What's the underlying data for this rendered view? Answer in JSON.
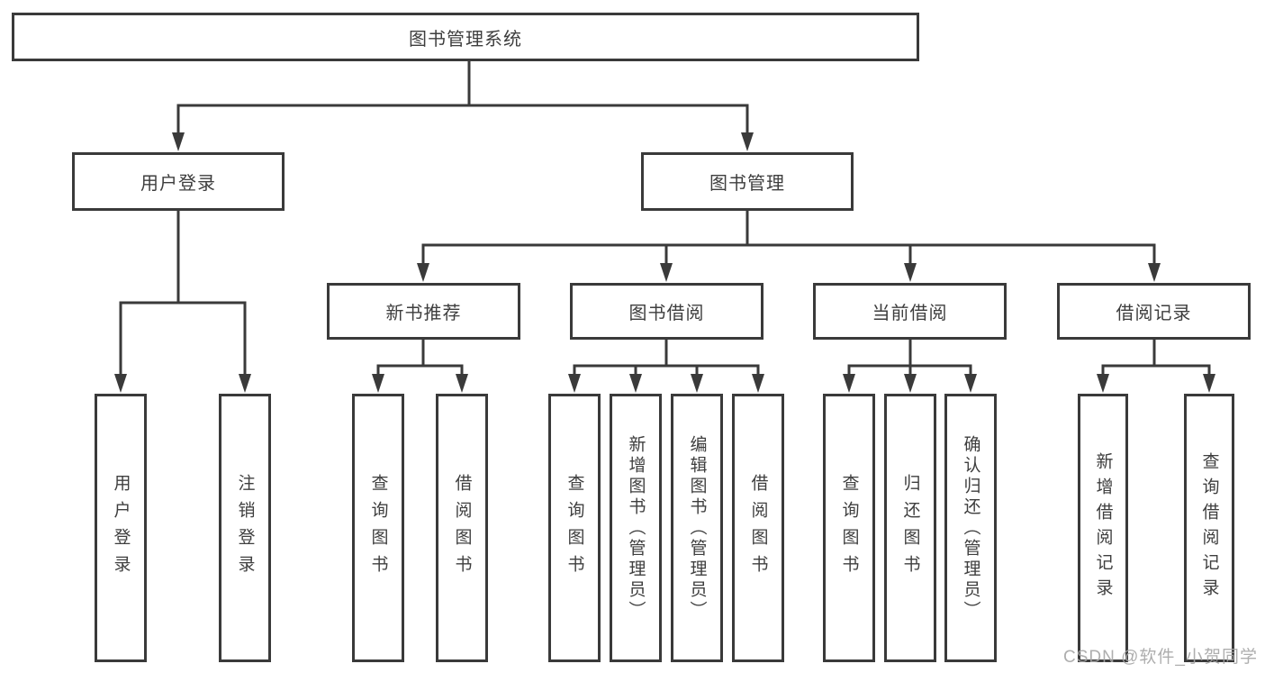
{
  "diagram": {
    "type": "hierarchy-tree",
    "root": {
      "label": "图书管理系统"
    },
    "level2": [
      {
        "id": "user-login",
        "label": "用户登录",
        "parent": "图书管理系统"
      },
      {
        "id": "book-management",
        "label": "图书管理",
        "parent": "图书管理系统"
      }
    ],
    "level3": [
      {
        "id": "new-book-recommend",
        "label": "新书推荐",
        "parent": "图书管理"
      },
      {
        "id": "book-borrowing",
        "label": "图书借阅",
        "parent": "图书管理"
      },
      {
        "id": "current-borrowing",
        "label": "当前借阅",
        "parent": "图书管理"
      },
      {
        "id": "borrowing-records",
        "label": "借阅记录",
        "parent": "图书管理"
      }
    ],
    "leaves": [
      {
        "id": "leaf-user-login",
        "label": "用户登录",
        "parent": "用户登录"
      },
      {
        "id": "leaf-logout",
        "label": "注销登录",
        "parent": "用户登录"
      },
      {
        "id": "leaf-query-books-recommend",
        "label": "查询图书",
        "parent": "新书推荐"
      },
      {
        "id": "leaf-borrow-books-recommend",
        "label": "借阅图书",
        "parent": "新书推荐"
      },
      {
        "id": "leaf-query-books-borrow",
        "label": "查询图书",
        "parent": "图书借阅"
      },
      {
        "id": "leaf-add-books-admin",
        "label": "新增图书（管理员）",
        "parent": "图书借阅"
      },
      {
        "id": "leaf-edit-books-admin",
        "label": "编辑图书（管理员）",
        "parent": "图书借阅"
      },
      {
        "id": "leaf-borrow-books",
        "label": "借阅图书",
        "parent": "图书借阅"
      },
      {
        "id": "leaf-query-books-current",
        "label": "查询图书",
        "parent": "当前借阅"
      },
      {
        "id": "leaf-return-books",
        "label": "归还图书",
        "parent": "当前借阅"
      },
      {
        "id": "leaf-confirm-return-admin",
        "label": "确认归还（管理员）",
        "parent": "当前借阅"
      },
      {
        "id": "leaf-add-borrow-record",
        "label": "新增借阅记录",
        "parent": "借阅记录"
      },
      {
        "id": "leaf-query-borrow-record",
        "label": "查询借阅记录",
        "parent": "借阅记录"
      }
    ],
    "colors": {
      "line": "#3a3a3a",
      "node_border": "#3a3a3a",
      "node_fill": "#ffffff",
      "text": "#3e3e3e",
      "background": "#ffffff",
      "watermark": "#a5a5a5"
    }
  },
  "watermark": {
    "text": "CSDN @软件_小贺同学"
  }
}
